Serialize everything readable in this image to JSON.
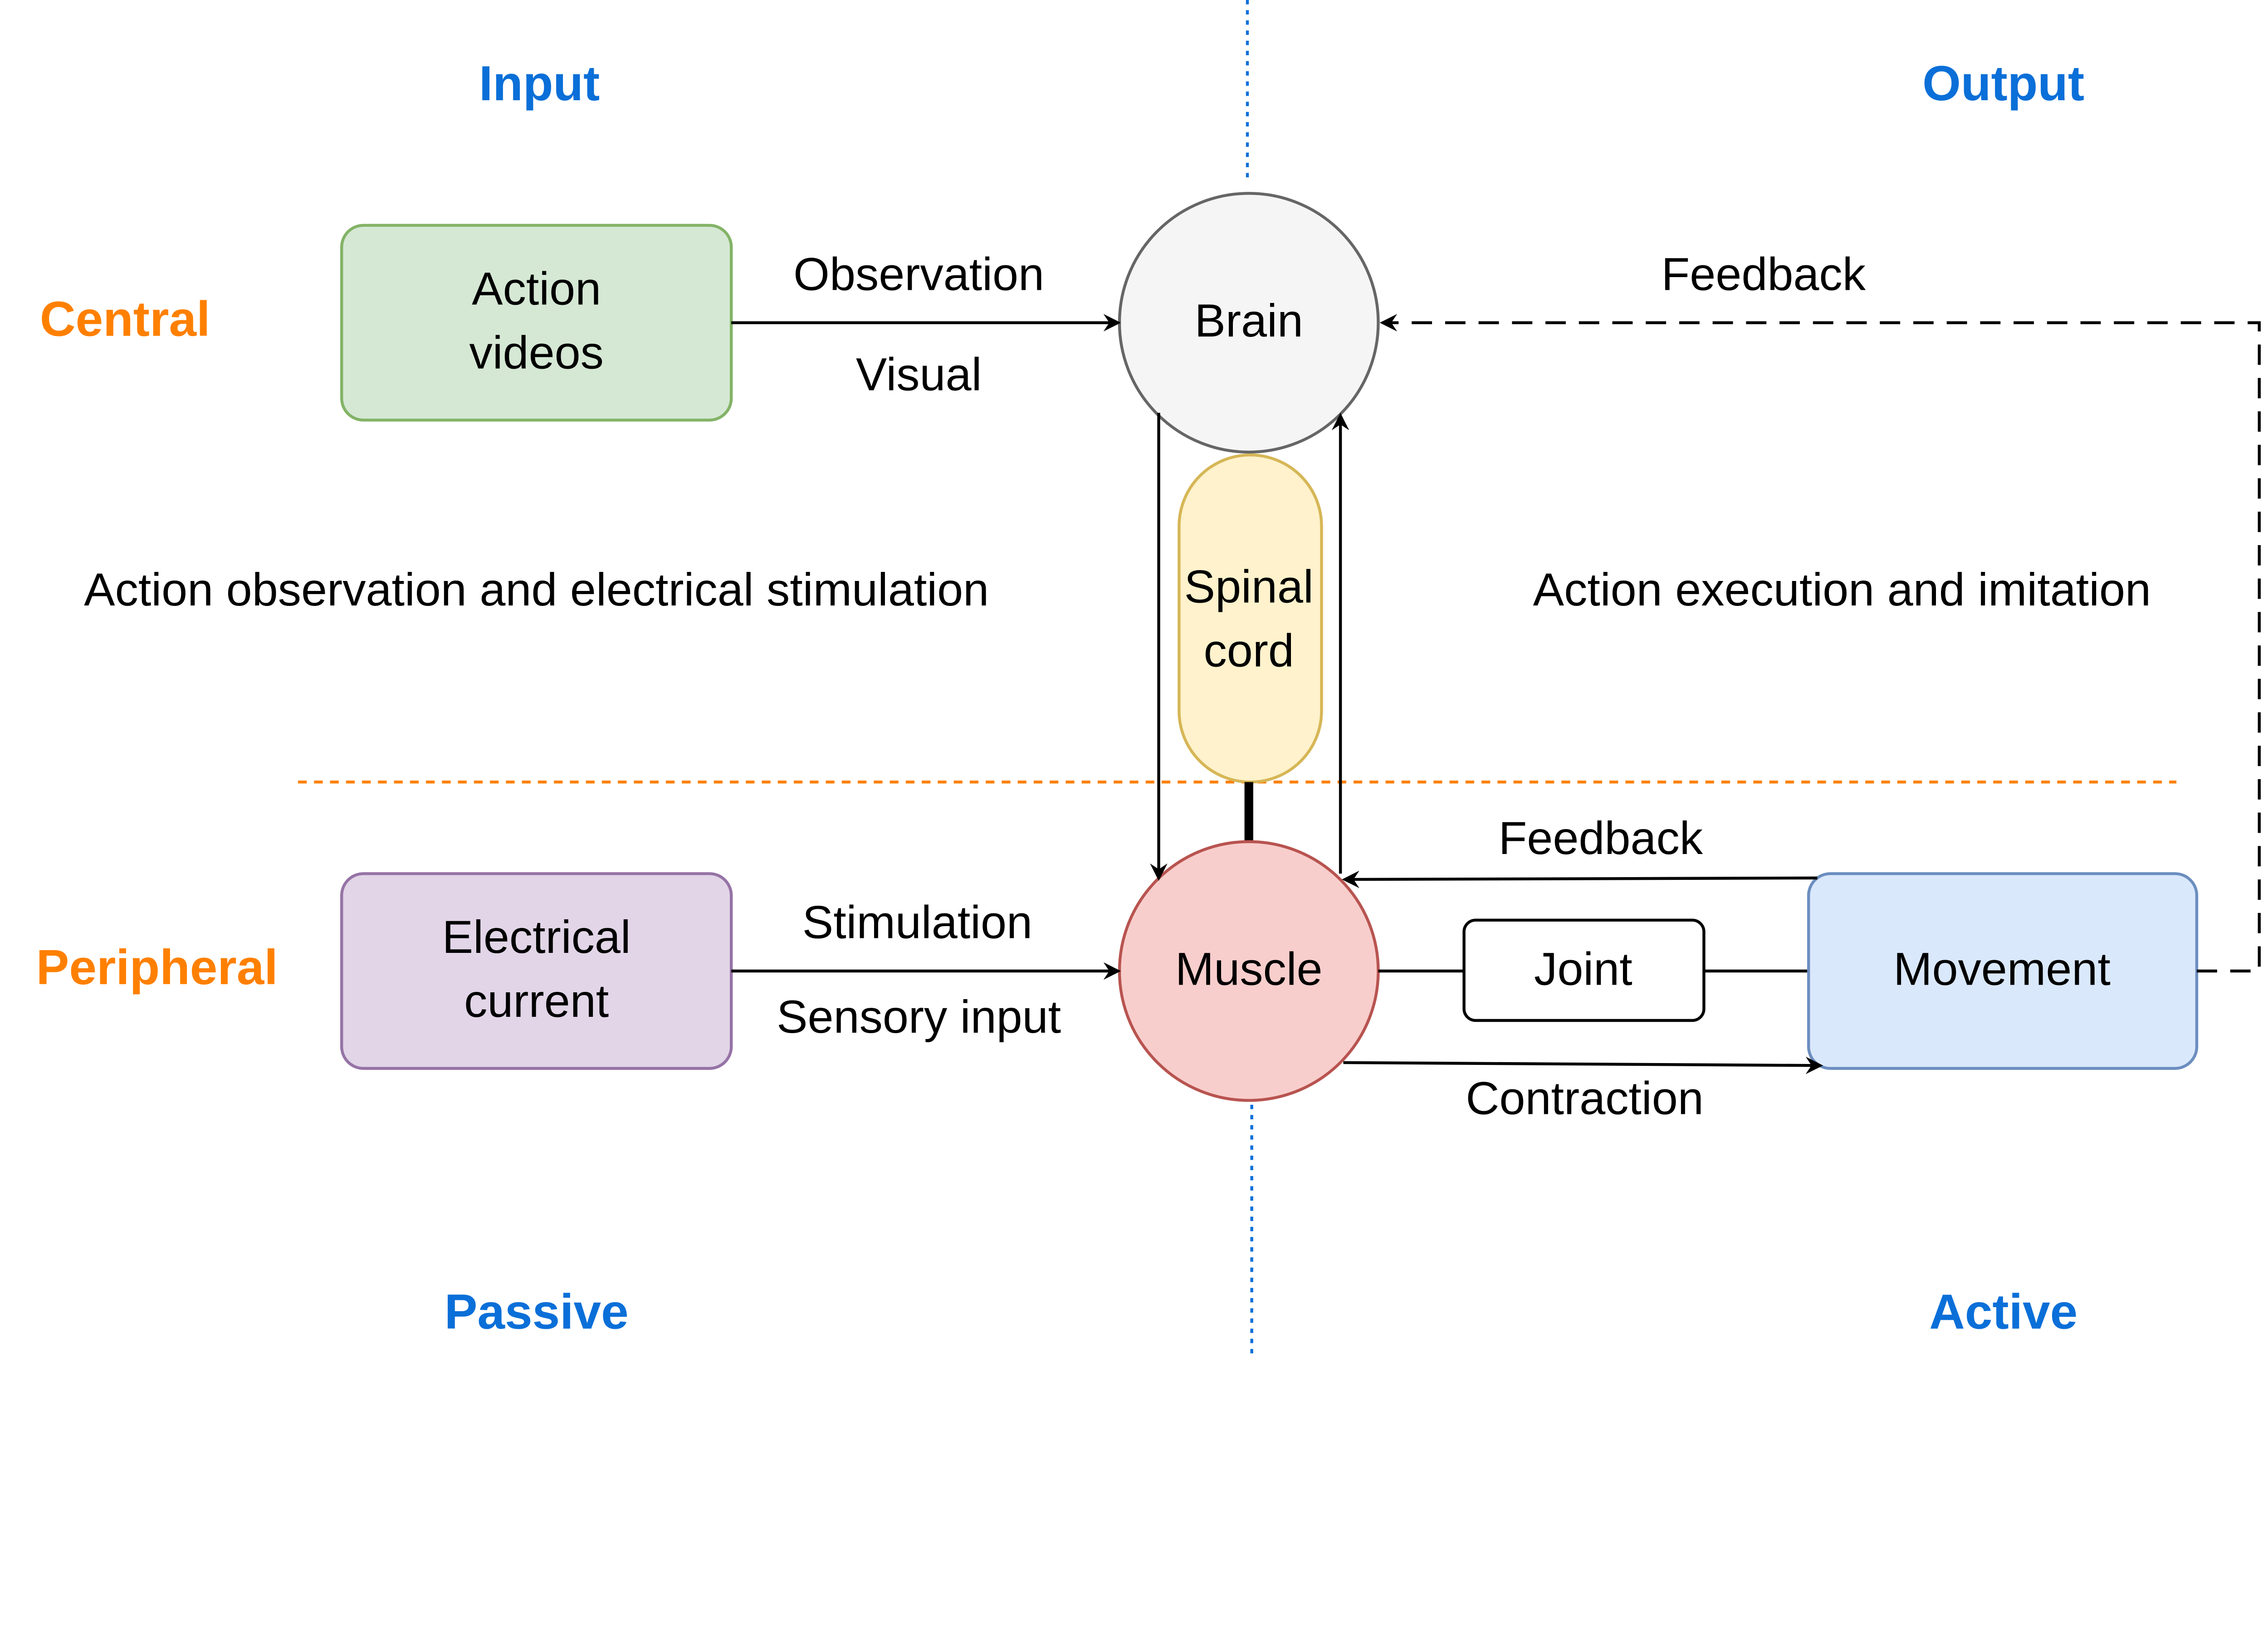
{
  "quadrant_labels": {
    "input": "Input",
    "output": "Output",
    "central": "Central",
    "peripheral": "Peripheral",
    "passive": "Passive",
    "active": "Active"
  },
  "nodes": {
    "action_videos": [
      "Action",
      "videos"
    ],
    "electrical_current": [
      "Electrical",
      "current"
    ],
    "brain": "Brain",
    "muscle": "Muscle",
    "spinal_cord": [
      "Spinal",
      "cord"
    ],
    "joint": "Joint",
    "movement": "Movement"
  },
  "edge_labels": {
    "observation": "Observation",
    "visual": "Visual",
    "stimulation": "Stimulation",
    "sensory_input": "Sensory input",
    "feedback_top": "Feedback",
    "feedback_bottom": "Feedback",
    "contraction": "Contraction"
  },
  "region_labels": {
    "left": "Action observation and electrical stimulation",
    "right": "Action execution and imitation"
  },
  "colors": {
    "axis_blue": "#0A6FD8",
    "axis_orange": "#FF8000",
    "green_fill": "#d5e8d4",
    "green_stroke": "#82b366",
    "purple_fill": "#e1d5e7",
    "purple_stroke": "#9673a6",
    "gray_fill": "#f5f5f5",
    "gray_stroke": "#666666",
    "red_fill": "#f8cecc",
    "red_stroke": "#b85450",
    "yellow_fill": "#fff2cc",
    "yellow_stroke": "#d6b656",
    "blue_fill": "#dae8fc",
    "blue_stroke": "#6c8ebf"
  }
}
